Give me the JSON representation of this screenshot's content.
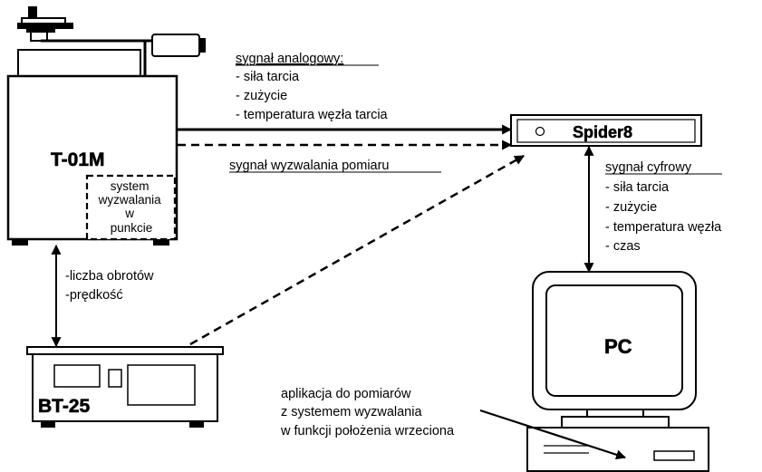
{
  "machine": {
    "label": "T-01M"
  },
  "trigger_box": {
    "lines": [
      "system",
      "wyzwalania",
      "w",
      "punkcie"
    ]
  },
  "analog_signal": {
    "title": "sygnał analogowy:",
    "items": [
      "- siła tarcia",
      "- zużycie",
      "- temperatura węzła tarcia"
    ]
  },
  "trigger_signal": {
    "label": "sygnał wyzwalania pomiaru"
  },
  "spider": {
    "label": "Spider8"
  },
  "digital_signal": {
    "title": "sygnał cyfrowy",
    "items": [
      "- siła tarcia",
      "- zużycie",
      "- temperatura węzła",
      "- czas"
    ]
  },
  "rotation": {
    "items": [
      "-liczba obrotów",
      "-prędkość"
    ]
  },
  "bt25": {
    "label": "BT-25"
  },
  "pc": {
    "label": "PC"
  },
  "app_note": {
    "lines": [
      "aplikacja do pomiarów",
      "z systemem wyzwalania",
      "w funkcji położenia wrzeciona"
    ]
  },
  "colors": {
    "line": "#000000",
    "fill": "#ffffff",
    "machine_dark": "#000000"
  }
}
